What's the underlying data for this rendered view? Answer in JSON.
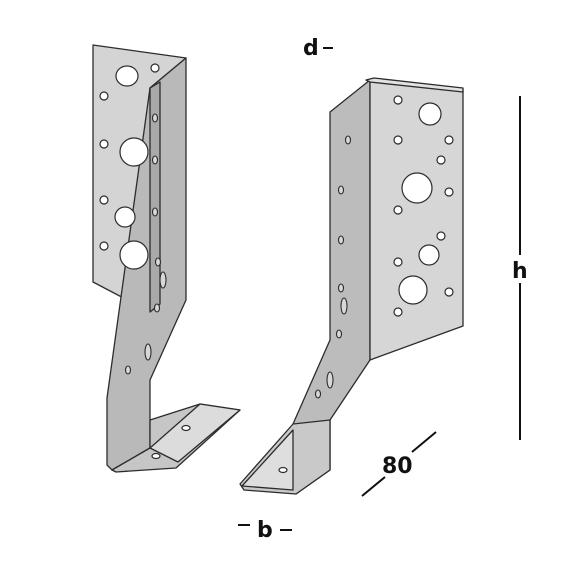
{
  "dimensions": {
    "depth_label": "d",
    "height_label": "h",
    "width_label": "b",
    "length_label": "80"
  },
  "colors": {
    "steel_face_light": "#d3d3d3",
    "steel_face_mid": "#bdbdbd",
    "steel_face_dark": "#a6a6a6",
    "outline": "#2c2c2c",
    "dimension_ink": "#111111"
  }
}
